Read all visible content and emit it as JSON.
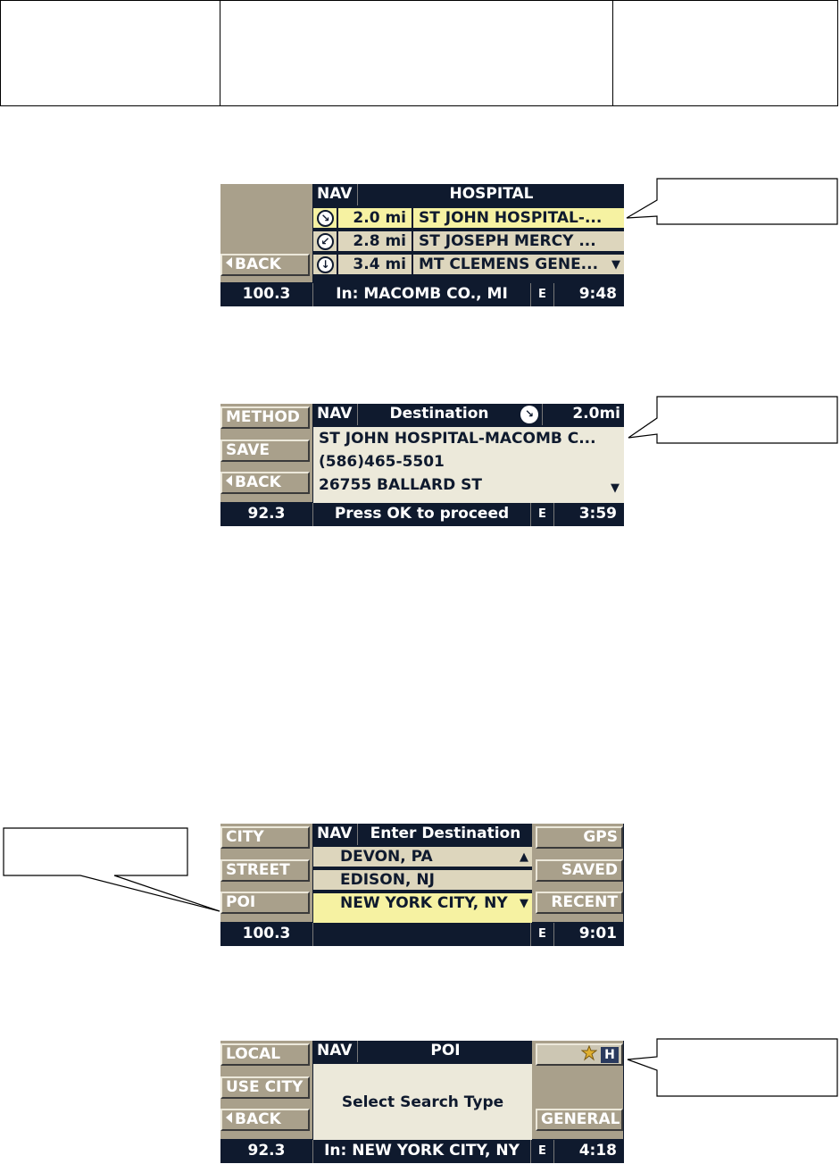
{
  "screen1": {
    "nav": "NAV",
    "title": "HOSPITAL",
    "back": "BACK",
    "rows": [
      {
        "icon": "↘",
        "dist": "2.0 mi",
        "name": "ST JOHN HOSPITAL-...",
        "arrow": ""
      },
      {
        "icon": "↙",
        "dist": "2.8 mi",
        "name": "ST JOSEPH MERCY ...",
        "arrow": ""
      },
      {
        "icon": "↓",
        "dist": "3.4 mi",
        "name": "MT CLEMENS GENE...",
        "arrow": "▼"
      }
    ],
    "freq": "100.3",
    "message": "In: MACOMB CO., MI",
    "e": "E",
    "time": "9:48"
  },
  "screen2": {
    "buttons": [
      "METHOD",
      "SAVE",
      "BACK"
    ],
    "nav": "NAV",
    "title": "Destination",
    "dir_icon": "↘",
    "distance": "2.0mi",
    "lines": [
      "ST JOHN HOSPITAL-MACOMB C...",
      "(586)465-5501",
      "26755 BALLARD ST"
    ],
    "arrow": "▼",
    "freq": "92.3",
    "message": "Press OK to proceed",
    "e": "E",
    "time": "3:59"
  },
  "screen3": {
    "left_buttons": [
      "CITY",
      "STREET",
      "POI"
    ],
    "right_buttons": [
      "GPS",
      "SAVED",
      "RECENT"
    ],
    "nav": "NAV",
    "title": "Enter Destination",
    "rows": [
      {
        "text": "DEVON, PA",
        "arrow": "▲"
      },
      {
        "text": "EDISON, NJ",
        "arrow": ""
      },
      {
        "text": "NEW YORK CITY, NY",
        "arrow": "▼"
      }
    ],
    "freq": "100.3",
    "message": "",
    "e": "E",
    "time": "9:01"
  },
  "screen4": {
    "left_buttons": [
      "LOCAL",
      "USE CITY",
      "BACK"
    ],
    "right_top": "H",
    "right_bottom": "GENERAL",
    "nav": "NAV",
    "title": "POI",
    "body": "Select Search Type",
    "freq": "92.3",
    "message": "In: NEW YORK CITY, NY",
    "e": "E",
    "time": "4:18"
  },
  "colors": {
    "screen_bg": "#0f1a2e",
    "panel": "#a9a08b",
    "row": "#ddd6bd",
    "selected": "#f6f2a2"
  }
}
